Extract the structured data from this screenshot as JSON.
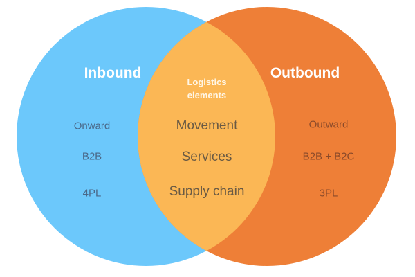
{
  "diagram": {
    "type": "venn",
    "colors": {
      "left_circle": "#6cc8fb",
      "right_circle": "#ee7f37",
      "overlap": "#fbb755"
    },
    "left": {
      "title": "Inbound",
      "items": [
        "Onward",
        "B2B",
        "4PL"
      ]
    },
    "right": {
      "title": "Outbound",
      "items": [
        "Outward",
        "B2B + B2C",
        "3PL"
      ]
    },
    "overlap": {
      "title_line1": "Logistics",
      "title_line2": "elements",
      "items": [
        "Movement",
        "Services",
        "Supply chain"
      ]
    }
  }
}
